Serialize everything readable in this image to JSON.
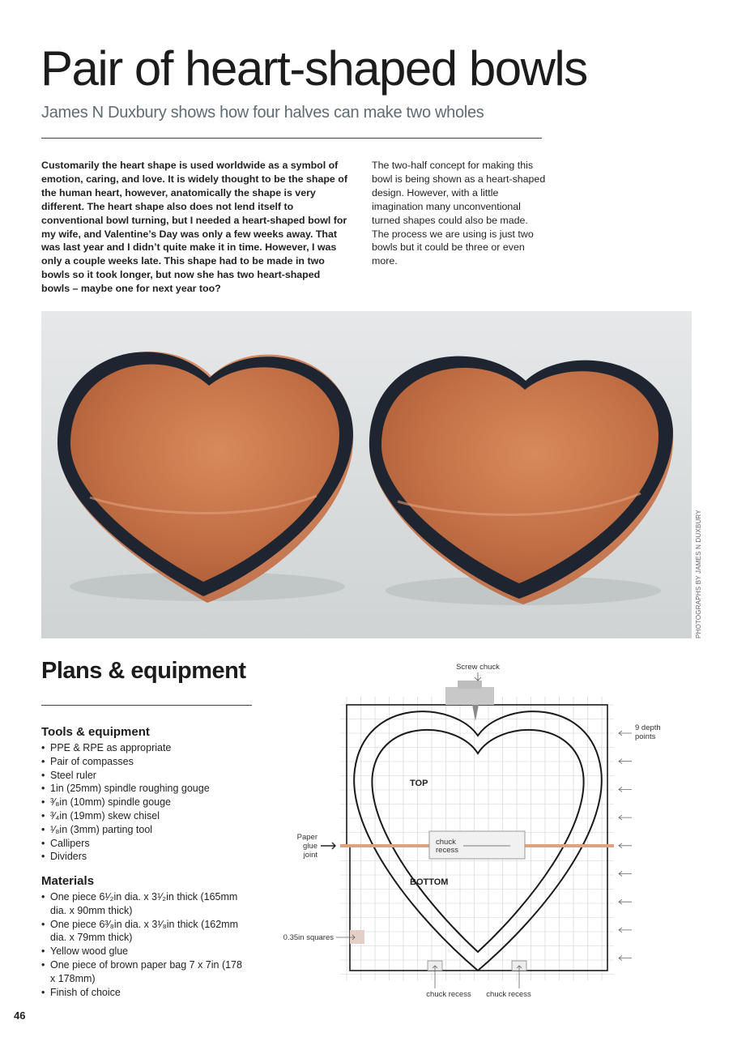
{
  "article": {
    "title": "Pair of heart-shaped bowls",
    "subtitle": "James N Duxbury shows how four halves can make two wholes",
    "intro": "Customarily the heart shape is used worldwide as a symbol of emotion, caring, and love. It is widely thought to be the shape of the human heart, however, anatomically the shape is very different. The heart shape also does not lend itself to conventional bowl turning, but I needed a heart-shaped bowl for my wife, and Valentine’s Day was only a few weeks away. That was last year and I didn’t quite make it in time. However, I was only a couple weeks late. This shape had to be made in two bowls so it took longer, but now she has two heart-shaped bowls – maybe one for next year too?",
    "column2": "The two-half concept for making this bowl is being shown as a heart-shaped design. However, with a little imagination many unconventional turned shapes could also be made. The process we are using is just two bowls but it could be three or even more."
  },
  "photo": {
    "credit": "PHOTOGRAPHS BY JAMES N DUXBURY",
    "colors": {
      "background": "#d9dcdd",
      "wood": "#c9784c",
      "rim": "#1f2530"
    }
  },
  "plans": {
    "heading": "Plans & equipment",
    "tools_heading": "Tools & equipment",
    "tools": [
      "PPE & RPE as appropriate",
      "Pair of compasses",
      "Steel ruler",
      "1in (25mm) spindle roughing gouge",
      "³⁄₈in (10mm) spindle gouge",
      "³⁄₄in (19mm) skew chisel",
      "¹⁄₈in (3mm) parting tool",
      "Callipers",
      "Dividers"
    ],
    "materials_heading": "Materials",
    "materials": [
      "One piece 6¹⁄₂in dia. x 3¹⁄₂in thick (165mm dia. x 90mm thick)",
      "One piece 6³⁄₈in dia. x 3¹⁄₈in thick (162mm dia. x 79mm thick)",
      "Yellow wood glue",
      "One piece of brown paper bag 7 x 7in (178 x 178mm)",
      "Finish of choice"
    ]
  },
  "diagram": {
    "screw_chuck": "Screw chuck",
    "depth_points_line1": "9 depth",
    "depth_points_line2": "points",
    "top": "TOP",
    "bottom": "BOTTOM",
    "chuck_recess_inner_1": "chuck",
    "chuck_recess_inner_2": "recess",
    "paper_1": "Paper",
    "paper_2": "glue",
    "paper_3": "joint",
    "squares": "0.35in squares",
    "chuck_recess_left": "chuck recess",
    "chuck_recess_right": "chuck recess",
    "colors": {
      "glue_line": "#e0a27e",
      "grid": "#cfcfcf"
    }
  },
  "page_number": "46"
}
